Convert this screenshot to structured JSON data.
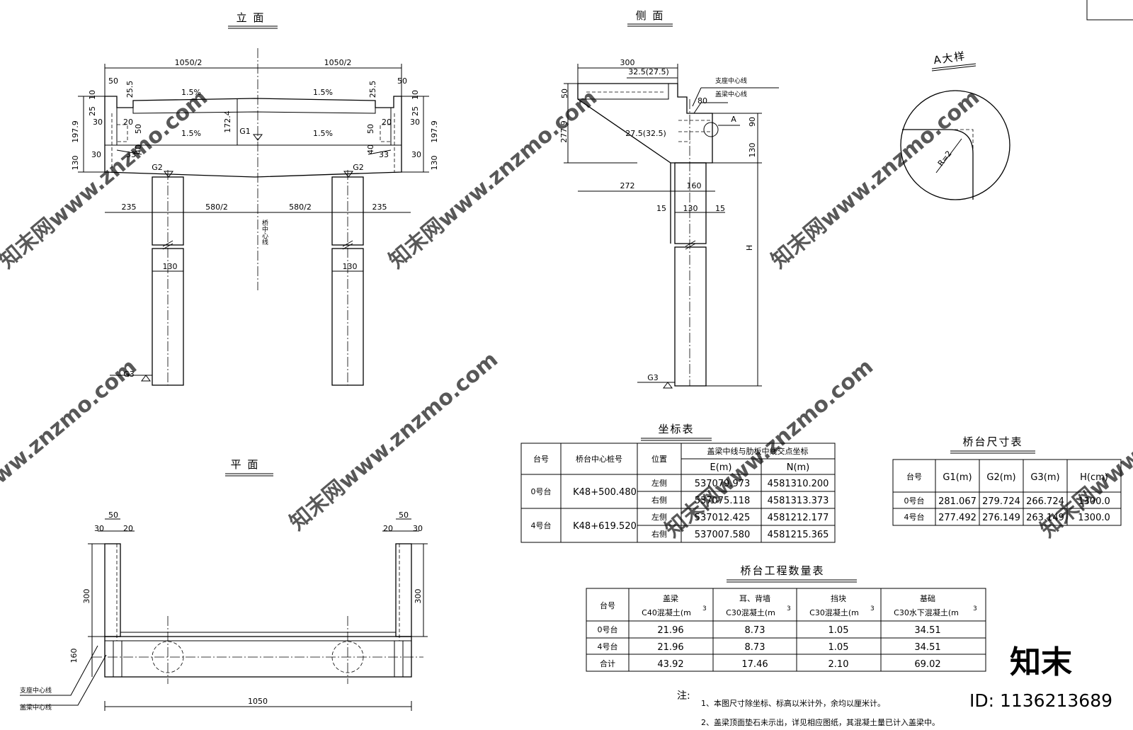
{
  "views": {
    "elevation": {
      "title": "立 面",
      "labels": [
        "1050/2",
        "1050/2",
        "50",
        "50",
        "25.5",
        "25.5",
        "10",
        "10",
        "25",
        "25",
        "197.9",
        "197.9",
        "30",
        "30",
        "20",
        "20",
        "50",
        "50",
        "40",
        "40",
        "1.5%",
        "1.5%",
        "1.5%",
        "1.5%",
        "172.4",
        "G1",
        "30",
        "30",
        "33",
        "33",
        "130",
        "130",
        "G2",
        "G2",
        "235",
        "580/2",
        "580/2",
        "235",
        "130",
        "130",
        "G3"
      ],
      "center_line": "桥中心线"
    },
    "side": {
      "title": "侧 面",
      "labels": [
        "300",
        "32.5(27.5)",
        "50",
        "277.9",
        "80",
        "27.5(32.5)",
        "A",
        "90",
        "130",
        "272",
        "160",
        "15",
        "130",
        "15",
        "H",
        "G3"
      ],
      "bearing_line": "支座中心线",
      "cap_line": "盖梁中心线"
    },
    "detail": {
      "title": "A大样",
      "radius": "R=2"
    },
    "plan": {
      "title": "平 面",
      "labels": [
        "50",
        "50",
        "30",
        "20",
        "20",
        "30",
        "300",
        "300",
        "160",
        "1050"
      ],
      "bearing_line": "支座中心线",
      "cap_line": "盖梁中心线"
    }
  },
  "coord_table": {
    "title": "坐标表",
    "h_no": "台号",
    "h_station": "桥台中心桩号",
    "h_pos": "位置",
    "h_group": "盖梁中线与肋板中线交点坐标",
    "h_e": "E(m)",
    "h_n": "N(m)",
    "rows": [
      {
        "no": "0号台",
        "station": "K48+500.480",
        "items": [
          {
            "pos": "左侧",
            "e": "537079.973",
            "n": "4581310.200"
          },
          {
            "pos": "右侧",
            "e": "537075.118",
            "n": "4581313.373"
          }
        ]
      },
      {
        "no": "4号台",
        "station": "K48+619.520",
        "items": [
          {
            "pos": "左侧",
            "e": "537012.425",
            "n": "4581212.177"
          },
          {
            "pos": "右侧",
            "e": "537007.580",
            "n": "4581215.365"
          }
        ]
      }
    ]
  },
  "size_table": {
    "title": "桥台尺寸表",
    "headers": [
      "台号",
      "G1(m)",
      "G2(m)",
      "G3(m)",
      "H(cm)"
    ],
    "rows": [
      [
        "0号台",
        "281.067",
        "279.724",
        "266.724",
        "1300.0"
      ],
      [
        "4号台",
        "277.492",
        "276.149",
        "263.149",
        "1300.0"
      ]
    ]
  },
  "qty_table": {
    "title": "桥台工程数量表",
    "h_no": "台号",
    "cols": [
      {
        "top": "盖梁",
        "bottom": "C40混凝土(m",
        "sup": "3"
      },
      {
        "top": "耳、背墙",
        "bottom": "C30混凝土(m",
        "sup": "3"
      },
      {
        "top": "挡块",
        "bottom": "C30混凝土(m",
        "sup": "3"
      },
      {
        "top": "基础",
        "bottom": "C30水下混凝土(m",
        "sup": "3"
      }
    ],
    "rows": [
      [
        "0号台",
        "21.96",
        "8.73",
        "1.05",
        "34.51"
      ],
      [
        "4号台",
        "21.96",
        "8.73",
        "1.05",
        "34.51"
      ],
      [
        "合计",
        "43.92",
        "17.46",
        "2.10",
        "69.02"
      ]
    ]
  },
  "notes": {
    "label": "注:",
    "items": [
      "1、本图尺寸除坐标、标高以米计外，余均以厘米计。",
      "2、盖梁顶面垫石未示出，详见相应图纸，其混凝土量已计入盖梁中。"
    ]
  },
  "brand": {
    "name": "知末",
    "id": "ID: 1136213689",
    "watermark": "知末网www.znzmo.com"
  }
}
